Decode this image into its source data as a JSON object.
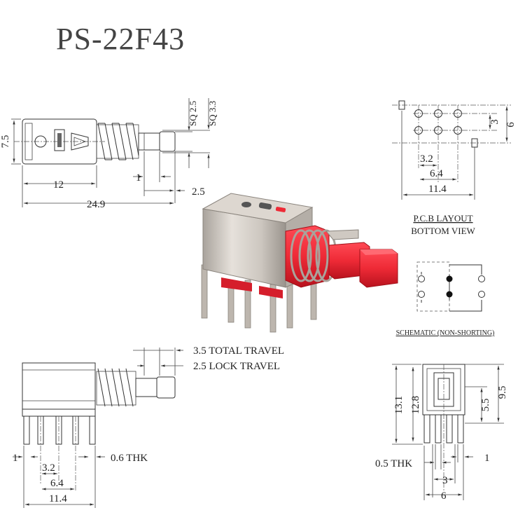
{
  "title": "PS-22F43",
  "side_view": {
    "height": "7.5",
    "body_length": "12",
    "total_length": "24.9",
    "sq_small": "SQ 2.5",
    "sq_large": "SQ 3.3",
    "step": "1",
    "tip": "2.5"
  },
  "pcb": {
    "heading": "P.C.B LAYOUT",
    "subheading": "BOTTOM VIEW",
    "pitch_x": "3.2",
    "pitch_x2": "6.4",
    "width": "11.4",
    "row_gap": "3",
    "height": "6"
  },
  "schematic": {
    "label": "SCHEMATIC (NON-SHORTING)"
  },
  "front_view": {
    "total_travel": "3.5 TOTAL TRAVEL",
    "lock_travel": "2.5 LOCK TRAVEL",
    "pin_edge": "1",
    "pitch": "3.2",
    "pitch2": "6.4",
    "width": "11.4",
    "thickness": "0.6 THK"
  },
  "end_view": {
    "h1": "13.1",
    "h2": "12.8",
    "h3": "5.5",
    "h4": "9.5",
    "thickness": "0.5 THK",
    "pin": "1",
    "pitch": "3",
    "width": "6"
  },
  "colors": {
    "button": "#ee2a36",
    "button_dark": "#c81522",
    "metal": "#cfc9c2",
    "metal_dark": "#8f8a84"
  }
}
